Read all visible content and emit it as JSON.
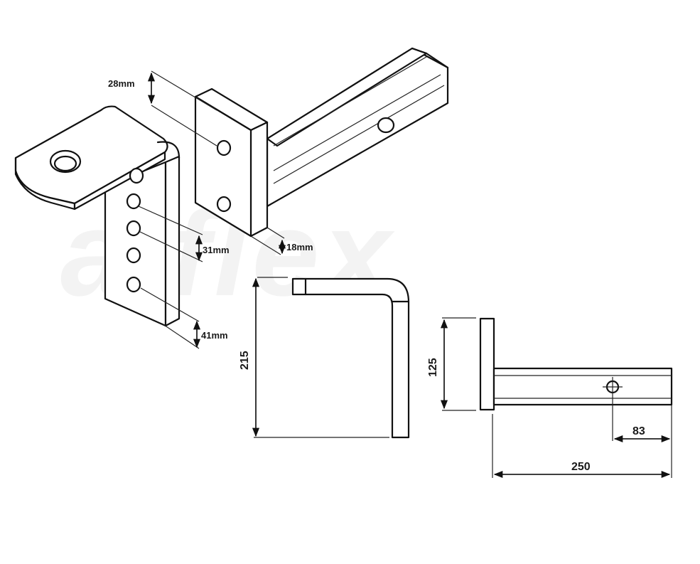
{
  "watermark": "alflex",
  "labels": {
    "hole_spacing_top": "28mm",
    "hole_spacing_mid": "31mm",
    "bottom_edge": "41mm",
    "plate_thickness": "18mm",
    "drop_height": "215",
    "plate_height": "125",
    "pin_offset": "83",
    "shank_length": "250"
  },
  "colors": {
    "line": "#111111",
    "watermark": "#f3f3f3"
  }
}
